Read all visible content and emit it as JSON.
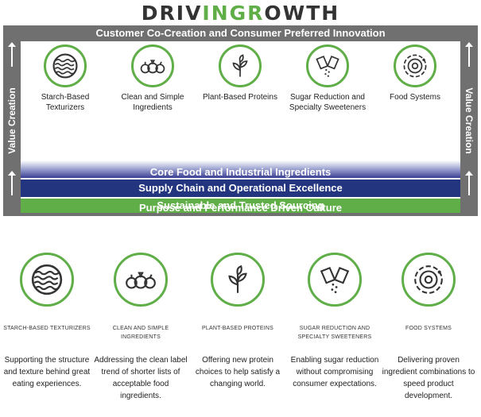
{
  "title": {
    "part1": "DRIV",
    "part2": "INGR",
    "part3": "OWTH"
  },
  "framework": {
    "top_band": "Customer Co-Creation and Consumer Preferred Innovation",
    "side_label": "Value Creation",
    "bands": {
      "core": "Core Food and Industrial Ingredients",
      "supply": "Supply Chain and Operational Excellence",
      "sourcing": "Sustainable and Trusted Sourcing"
    },
    "bottom_band": "Purpose and Performance Driven Culture",
    "pillars": [
      {
        "label": "Starch-Based Texturizers",
        "icon": "wave-icon"
      },
      {
        "label": "Clean and Simple Ingredients",
        "icon": "vegetables-icon"
      },
      {
        "label": "Plant-Based Proteins",
        "icon": "sprout-icon"
      },
      {
        "label": "Sugar Reduction and Specialty Sweeteners",
        "icon": "sweetener-icon"
      },
      {
        "label": "Food Systems",
        "icon": "food-systems-icon"
      }
    ]
  },
  "details": [
    {
      "caption": "STARCH-BASED TEXTURIZERS",
      "description": "Supporting the structure and texture behind great eating experiences."
    },
    {
      "caption": "CLEAN AND SIMPLE INGREDIENTS",
      "description": "Addressing the clean label trend of shorter lists of acceptable food ingredients."
    },
    {
      "caption": "PLANT-BASED PROTEINS",
      "description": "Offering new protein choices to help satisfy a changing world."
    },
    {
      "caption": "SUGAR REDUCTION AND SPECIALTY SWEETENERS",
      "description": "Enabling sugar reduction without compromising consumer expectations."
    },
    {
      "caption": "FOOD SYSTEMS",
      "description": "Delivering proven ingredient combinations to speed product development."
    }
  ],
  "colors": {
    "accent": "#5fae47",
    "frame": "#707070",
    "supply": "#23357f",
    "text": "#333333"
  }
}
